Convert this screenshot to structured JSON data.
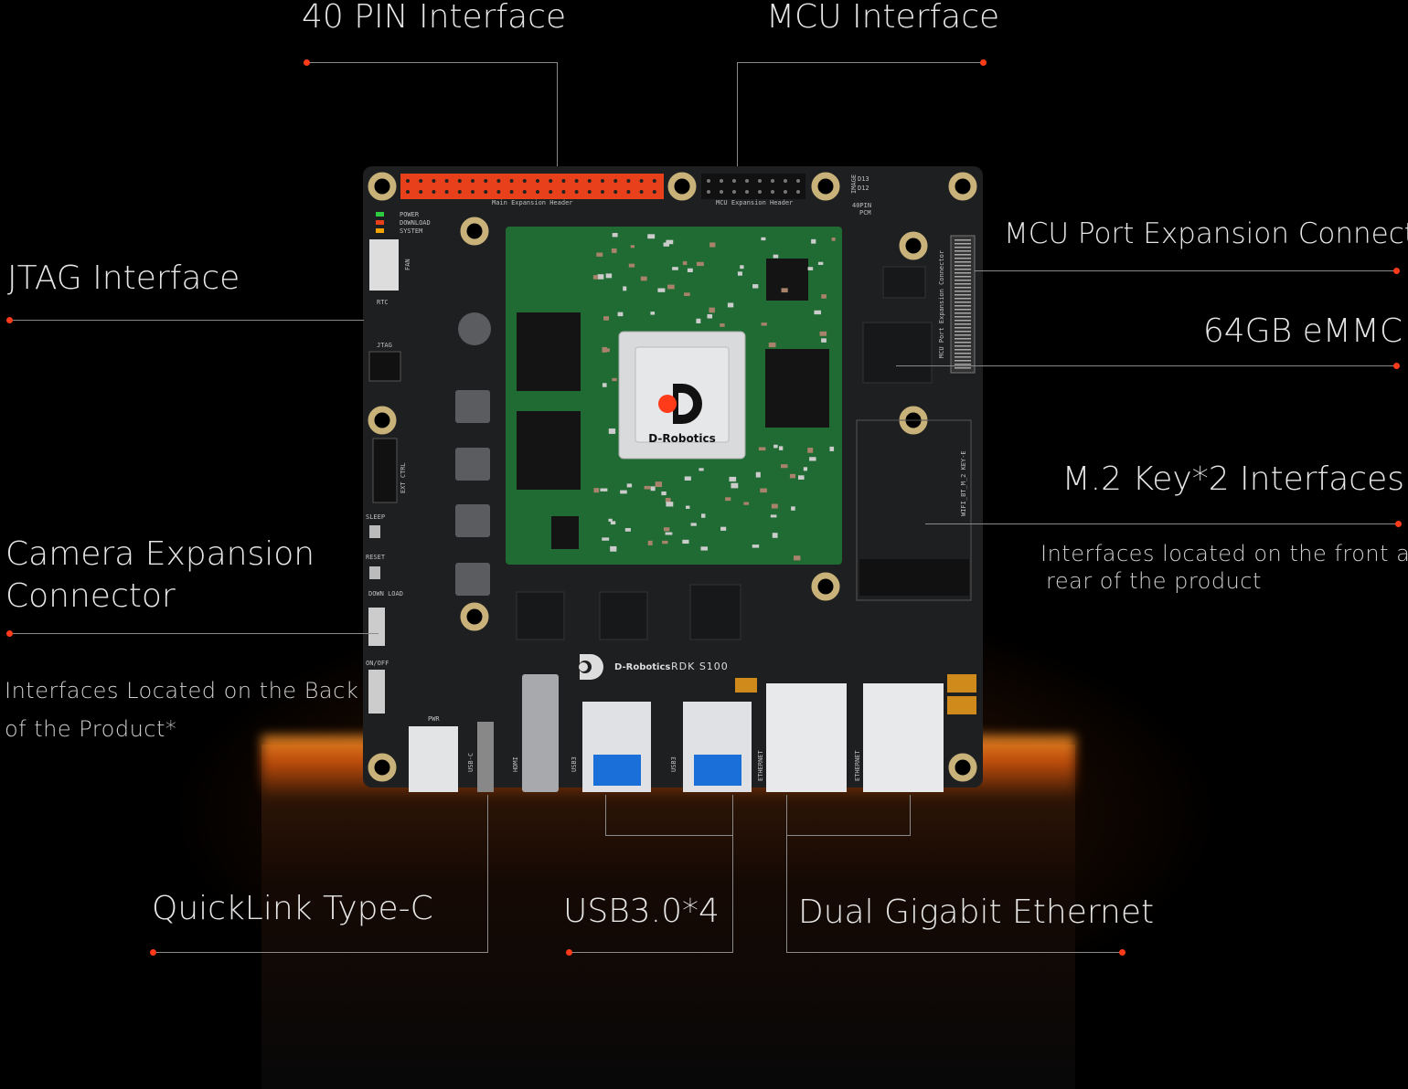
{
  "callouts": {
    "pin40": "40 PIN Interface",
    "mcu": "MCU Interface",
    "jtag": "JTAG Interface",
    "mcu_port": "MCU Port Expansion Connector",
    "emmc": "64GB eMMC",
    "m2": "M.2 Key*2 Interfaces",
    "m2_note_1": "Interfaces  located on the front and",
    "m2_note_2": "rear of the product",
    "camera_1": "Camera Expansion",
    "camera_2": "Connector",
    "camera_note_1": "Interfaces Located on the Back",
    "camera_note_2": "of the Product*",
    "quicklink": "QuickLink Type-C",
    "usb": "USB3.0*4",
    "ethernet": "Dual Gigabit Ethernet"
  },
  "board": {
    "brand": "D-Robotics",
    "model": "RDK  S100",
    "chip_brand": "D-Robotics",
    "main_header": "Main Expansion Header",
    "mcu_header": "MCU Expansion Header",
    "mcu_port_conn": "MCU Port Expansion Connector",
    "m2_slot": "WIFI_BT_M_2 KEY-E",
    "leds": [
      "POWER",
      "DOWNLOAD",
      "SYSTEM"
    ],
    "switch_labels": [
      "D13",
      "D12",
      "40PIN",
      "PCM",
      "IMAGE"
    ],
    "side_labels": [
      "FAN",
      "RTC",
      "JTAG",
      "SLEEP",
      "RESET",
      "DOWN LOAD",
      "ON/OFF",
      "PWR",
      "EXT CTRL"
    ],
    "ports": [
      "USB-C",
      "HDMI",
      "USB3",
      "USB3",
      "ETHERNET",
      "ETHERNET"
    ]
  },
  "colors": {
    "accent_dot": "#ff3b1a",
    "header_pins": "#e8401a",
    "pcb": "#1e1f21",
    "module": "#1f6b33"
  }
}
